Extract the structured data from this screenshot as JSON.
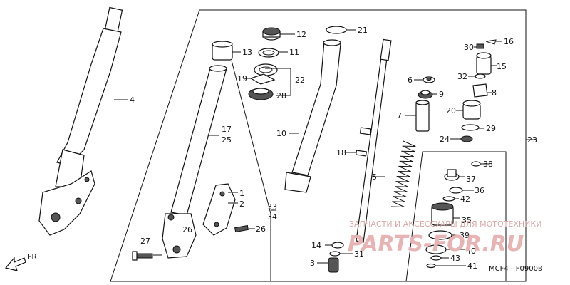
{
  "callouts": [
    "1",
    "2",
    "3",
    "4",
    "5",
    "6",
    "7",
    "8",
    "9",
    "10",
    "11",
    "12",
    "13",
    "14",
    "15",
    "16",
    "17",
    "18",
    "19",
    "20",
    "21",
    "22",
    "23",
    "24",
    "25",
    "26",
    "26",
    "27",
    "28",
    "29",
    "30",
    "31",
    "32",
    "33",
    "34",
    "35",
    "36",
    "37",
    "38",
    "39",
    "40",
    "41",
    "42",
    "43"
  ],
  "direction_label": "FR.",
  "diagram_code": "MCF4—F0900B",
  "watermark_text": "ЗАПЧАСТИ И АКСЕССУАРЫ ДЛЯ МОТОТЕХНИКИ",
  "watermark_logo": "PARTS-FOR.RU"
}
